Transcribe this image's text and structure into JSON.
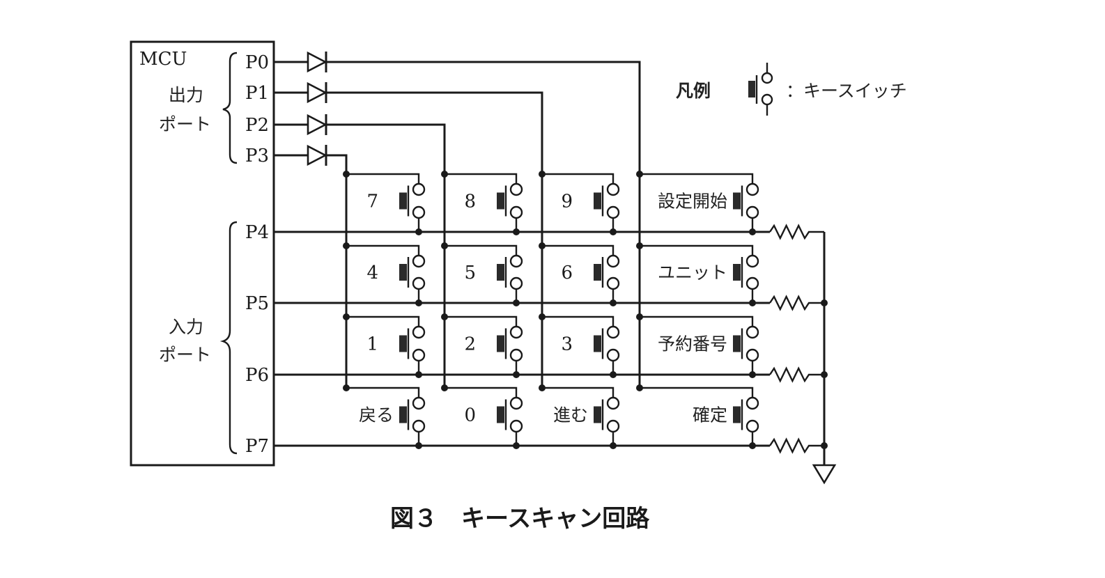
{
  "diagram": {
    "mcu_label": "MCU",
    "output_port_label": [
      "出力",
      "ポート"
    ],
    "input_port_label": [
      "入力",
      "ポート"
    ],
    "output_ports": [
      "P0",
      "P1",
      "P2",
      "P3"
    ],
    "input_ports": [
      "P4",
      "P5",
      "P6",
      "P7"
    ],
    "keys": [
      [
        "7",
        "8",
        "9",
        "設定開始"
      ],
      [
        "4",
        "5",
        "6",
        "ユニット"
      ],
      [
        "1",
        "2",
        "3",
        "予約番号"
      ],
      [
        "戻る",
        "0",
        "進む",
        "確定"
      ]
    ],
    "column_output_port": [
      "P3",
      "P2",
      "P1",
      "P0"
    ],
    "row_input_port": [
      "P4",
      "P5",
      "P6",
      "P7"
    ],
    "legend": {
      "title": "凡例",
      "symbol": "key-switch-icon",
      "text": "：キースイッチ"
    },
    "components": {
      "diodes_per_output": 1,
      "pulldown_resistors_per_input": 1,
      "ground": "ground-symbol"
    },
    "caption": "図３　キースキャン回路"
  }
}
